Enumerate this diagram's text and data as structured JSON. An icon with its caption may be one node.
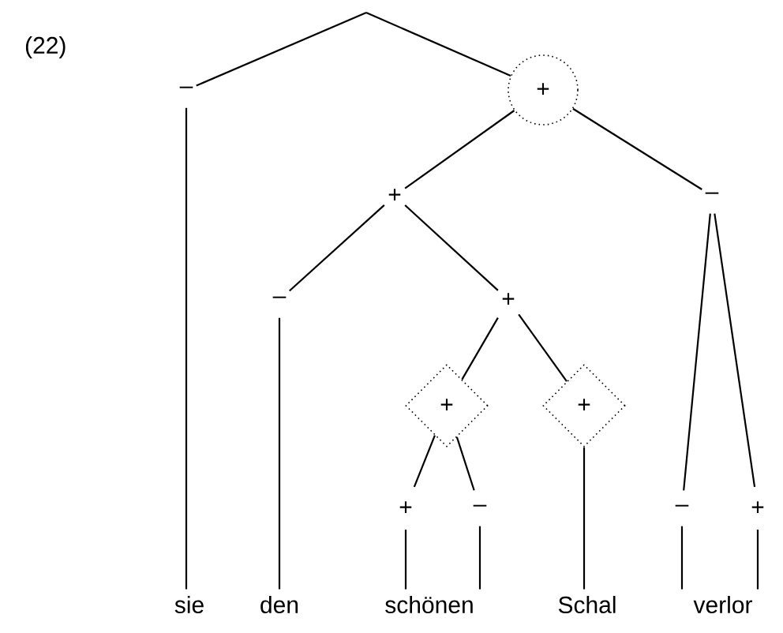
{
  "diagram": {
    "nodes": [
      {
        "text": [
          "–"
        ]
      },
      {
        "text": [
          "+"
        ]
      },
      {
        "text": [
          "+"
        ]
      },
      {
        "text": [
          "–"
        ]
      },
      {
        "text": [
          "–"
        ]
      },
      {
        "text": [
          "+"
        ]
      },
      {
        "text": [
          "+"
        ]
      },
      {
        "text": [
          "+"
        ]
      },
      {
        "text": [
          "+"
        ]
      },
      {
        "text": [
          "–"
        ]
      },
      {
        "text": [
          "–"
        ]
      },
      {
        "text": [
          "+"
        ]
      },
      {
        "text": [
          "sie"
        ]
      },
      {
        "text": [
          "den"
        ]
      },
      {
        "text": [
          "schönen"
        ]
      },
      {
        "text": [
          "Schal"
        ]
      },
      {
        "text": [
          "verlor"
        ]
      }
    ],
    "edges": [
      {
        "from": null,
        "to": 0,
        "arrow": "none"
      },
      {
        "from": null,
        "to": 1,
        "arrow": "none"
      },
      {
        "from": 1,
        "to": 2,
        "arrow": "none"
      },
      {
        "from": 1,
        "to": 3,
        "arrow": "none"
      },
      {
        "from": 2,
        "to": 4,
        "arrow": "none"
      },
      {
        "from": 2,
        "to": 5,
        "arrow": "none"
      },
      {
        "from": 5,
        "to": 6,
        "arrow": "none"
      },
      {
        "from": 5,
        "to": 7,
        "arrow": "none"
      },
      {
        "from": 6,
        "to": 8,
        "arrow": "none"
      },
      {
        "from": 6,
        "to": 9,
        "arrow": "none"
      },
      {
        "from": 3,
        "to": 10,
        "arrow": "none"
      },
      {
        "from": 3,
        "to": 11,
        "arrow": "none"
      },
      {
        "from": 0,
        "to": 12,
        "arrow": "none"
      },
      {
        "from": 4,
        "to": 13,
        "arrow": "none"
      },
      {
        "from": 8,
        "to": 14,
        "arrow": "none"
      },
      {
        "from": 9,
        "to": 14,
        "arrow": "none"
      },
      {
        "from": 7,
        "to": 15,
        "arrow": "none"
      },
      {
        "from": 10,
        "to": 16,
        "arrow": "none"
      },
      {
        "from": 11,
        "to": 16,
        "arrow": "none"
      }
    ],
    "labels": [
      "(22)"
    ]
  }
}
